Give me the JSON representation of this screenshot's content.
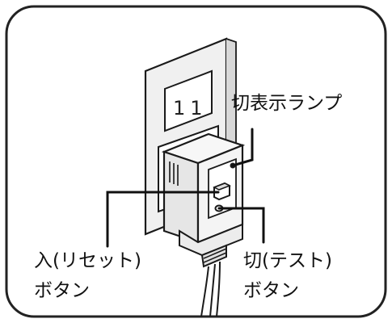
{
  "outlet": {
    "number": "11"
  },
  "labels": {
    "off_lamp": "切表示ランプ",
    "reset_button_line1": "入(リセット)",
    "reset_button_line2": "ボタン",
    "test_button_line1": "切(テスト)",
    "test_button_line2": "ボタン"
  },
  "colors": {
    "outline": "#1a1a1a",
    "wall_plate": "#efefef",
    "device": "#f2f2f2",
    "frame": "#222222"
  }
}
